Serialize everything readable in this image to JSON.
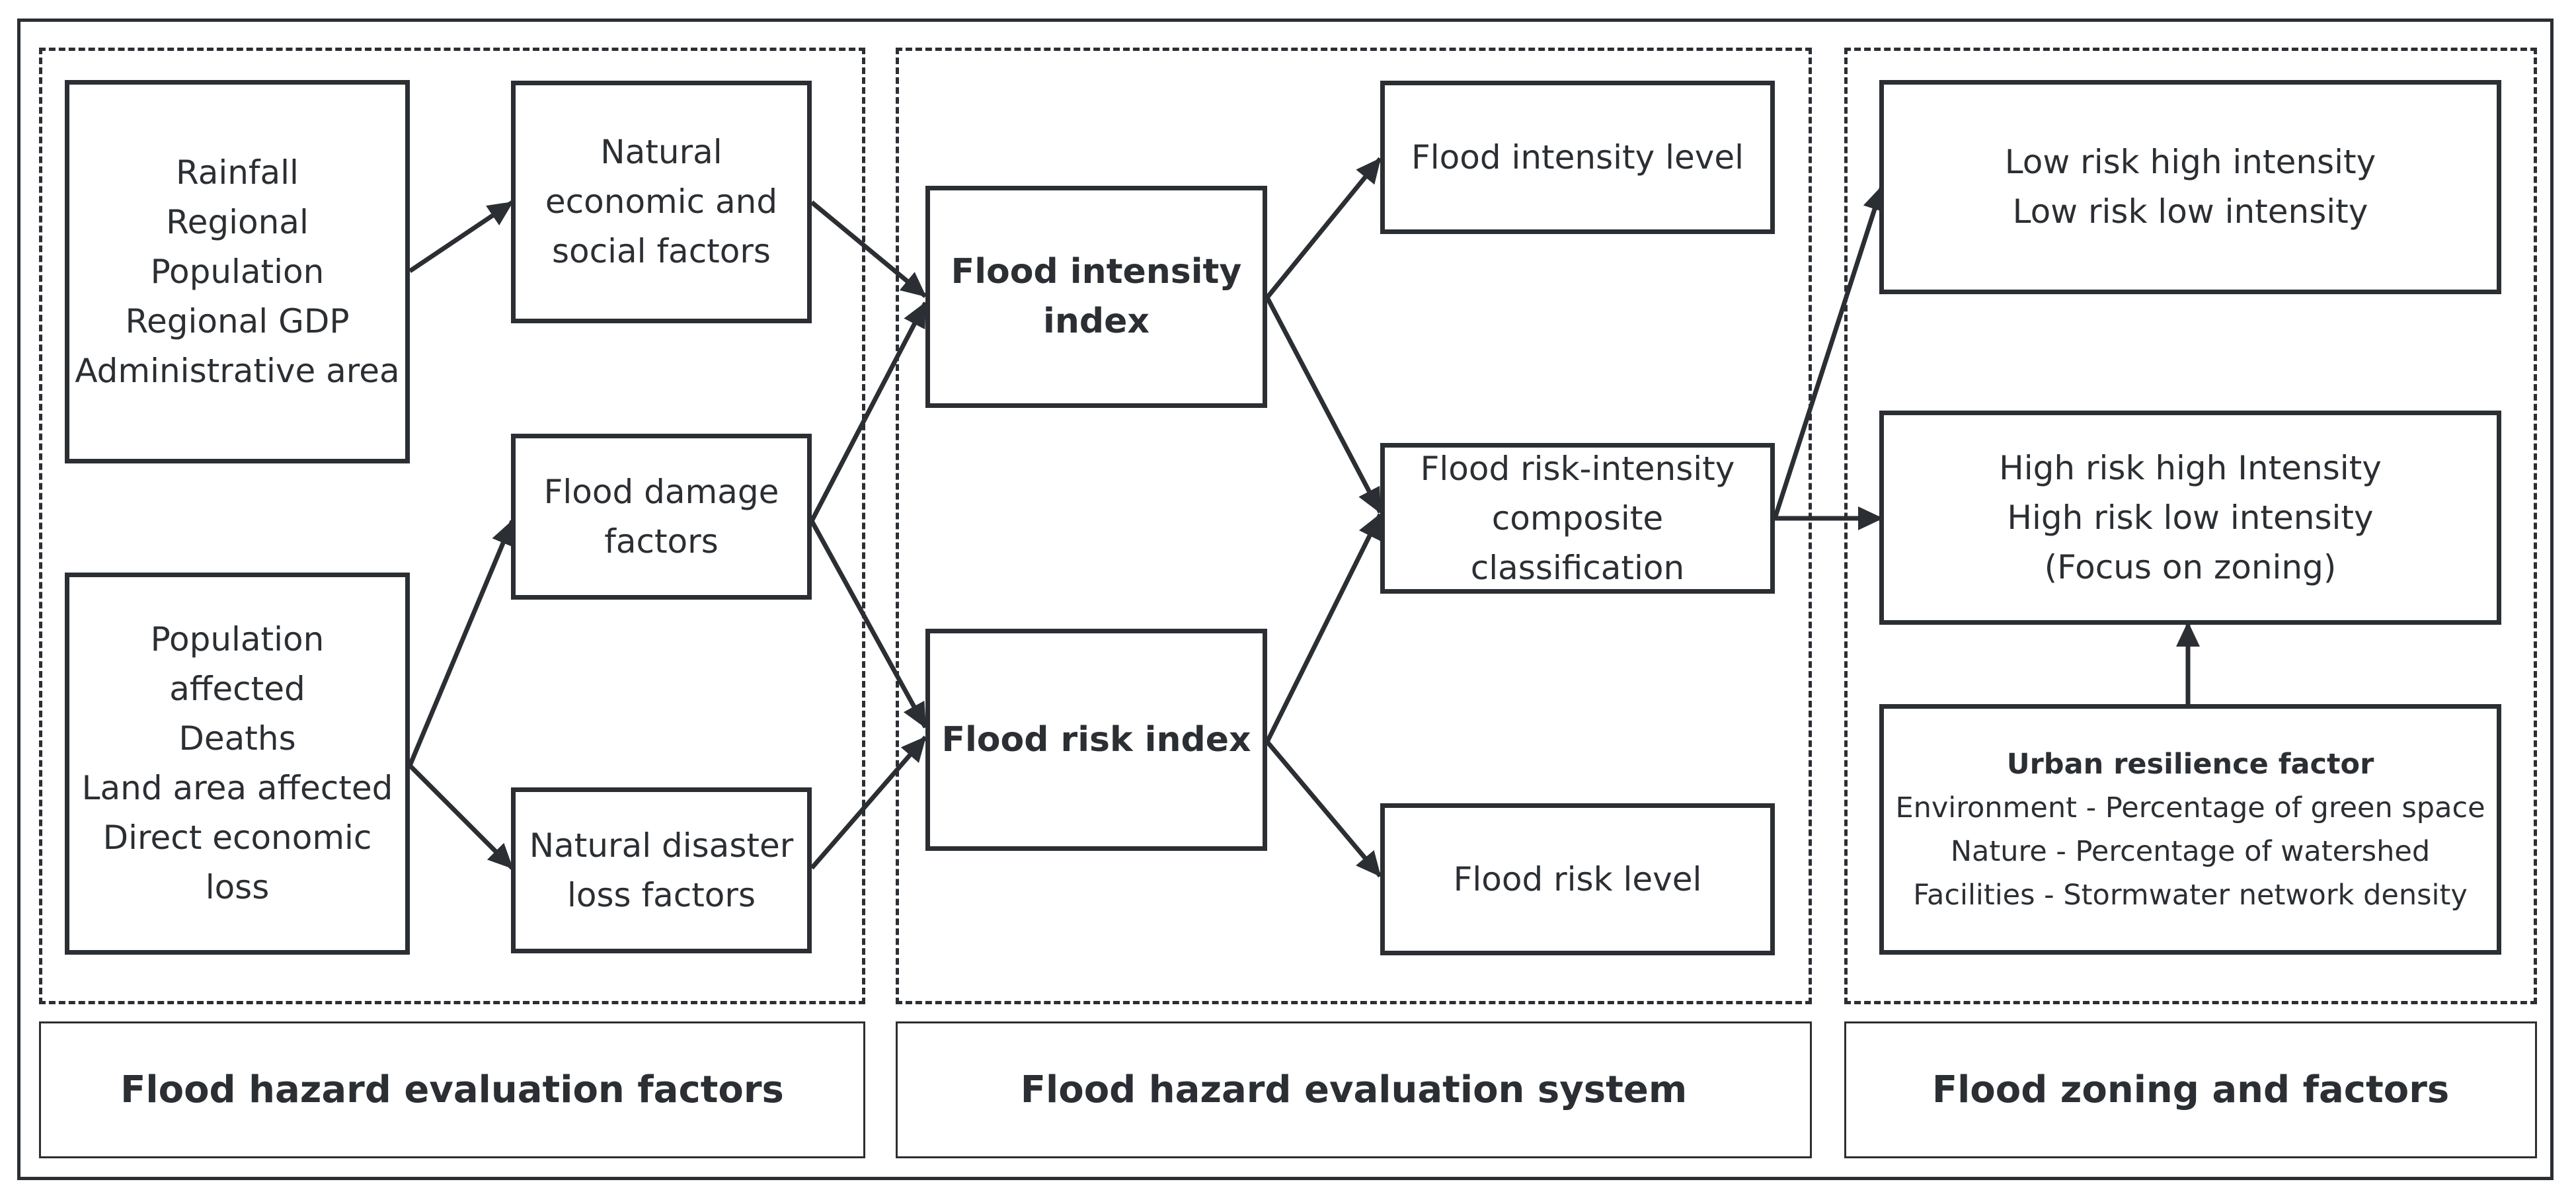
{
  "colors": {
    "stroke": "#2b2f33",
    "background": "#ffffff"
  },
  "sections": {
    "factors": "Flood hazard evaluation factors",
    "system": "Flood hazard evaluation system",
    "zoning": "Flood zoning and  factors"
  },
  "nodes": {
    "indicators1": [
      "Rainfall",
      "Regional",
      "Population",
      "Regional GDP",
      "Administrative area"
    ],
    "indicators2": [
      "Population",
      "affected",
      "Deaths",
      "Land area affected",
      "Direct economic",
      "loss"
    ],
    "natural_factors": [
      "Natural",
      "economic and",
      "social factors"
    ],
    "damage_factors": [
      "Flood damage",
      "factors"
    ],
    "loss_factors": [
      "Natural disaster",
      "loss factors"
    ],
    "intensity_index": [
      "Flood intensity",
      "index"
    ],
    "risk_index": [
      "Flood risk index"
    ],
    "intensity_level": [
      "Flood intensity level"
    ],
    "composite": [
      "Flood risk-intensity",
      "composite",
      "classification"
    ],
    "risk_level": [
      "Flood risk level"
    ],
    "low_risk": [
      "Low risk high intensity",
      "Low risk low intensity"
    ],
    "high_risk": [
      "High risk high Intensity",
      "High risk low intensity",
      "(Focus on zoning)"
    ],
    "resilience": {
      "heading": "Urban resilience factor",
      "items": [
        "Environment - Percentage of green space",
        "Nature - Percentage of watershed",
        "Facilities - Stormwater network density"
      ]
    }
  }
}
